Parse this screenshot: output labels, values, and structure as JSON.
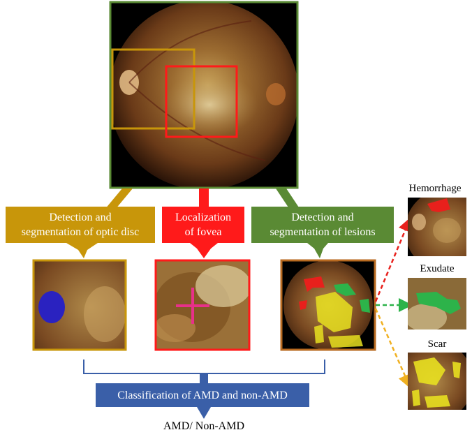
{
  "colors": {
    "optic_disc": "#c8960a",
    "fovea": "#ff1a1a",
    "lesions": "#5a8a34",
    "classification": "#3a5fa8",
    "hemorrhage_arrow": "#e8201c",
    "exudate_arrow": "#2db34a",
    "scar_arrow": "#f0b020"
  },
  "tasks": {
    "optic_disc": {
      "line1": "Detection and",
      "line2": "segmentation of optic disc"
    },
    "fovea": {
      "line1": "Localization",
      "line2": "of fovea"
    },
    "lesions": {
      "line1": "Detection and",
      "line2": "segmentation of lesions"
    }
  },
  "lesion_types": {
    "hemorrhage": "Hemorrhage",
    "exudate": "Exudate",
    "scar": "Scar"
  },
  "classification": {
    "label": "Classification of AMD and non-AMD"
  },
  "output": {
    "label": "AMD/ Non-AMD"
  }
}
